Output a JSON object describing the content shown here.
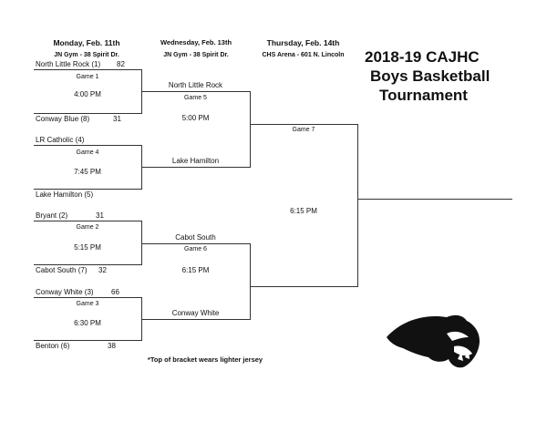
{
  "headers": [
    {
      "day": "Monday, Feb. 11th",
      "venue": "JN Gym - 38 Spirit Dr."
    },
    {
      "day": "Wednesday, Feb. 13th",
      "venue": "JN Gym - 38 Spirit Dr."
    },
    {
      "day": "Thursday, Feb. 14th",
      "venue": "CHS Arena - 601 N. Lincoln"
    }
  ],
  "title": {
    "line1": "2018-19 CAJHC",
    "line2": "Boys  Basketball",
    "line3": "Tournament"
  },
  "round1": [
    {
      "top": "North Little Rock (1)",
      "top_score": "82",
      "game": "Game 1",
      "time": "4:00 PM",
      "bottom": "Conway Blue (8)",
      "bottom_score": "31"
    },
    {
      "top": "LR Catholic (4)",
      "top_score": "",
      "game": "Game 4",
      "time": "7:45 PM",
      "bottom": "Lake Hamilton (5)",
      "bottom_score": ""
    },
    {
      "top": "Bryant (2)",
      "top_score": "31",
      "game": "Game 2",
      "time": "5:15 PM",
      "bottom": "Cabot South (7)",
      "bottom_score": "32"
    },
    {
      "top": "Conway White (3)",
      "top_score": "66",
      "game": "Game 3",
      "time": "6:30 PM",
      "bottom": "Benton (6)",
      "bottom_score": "38"
    }
  ],
  "round2": [
    {
      "top": "North Little Rock",
      "game": "Game 5",
      "time": "5:00 PM",
      "bottom": "Lake Hamilton"
    },
    {
      "top": "Cabot South",
      "game": "Game 6",
      "time": "6:15 PM",
      "bottom": "Conway White"
    }
  ],
  "final": {
    "game": "Game 7",
    "time": "6:15 PM"
  },
  "footnote": "*Top of bracket wears lighter jersey"
}
